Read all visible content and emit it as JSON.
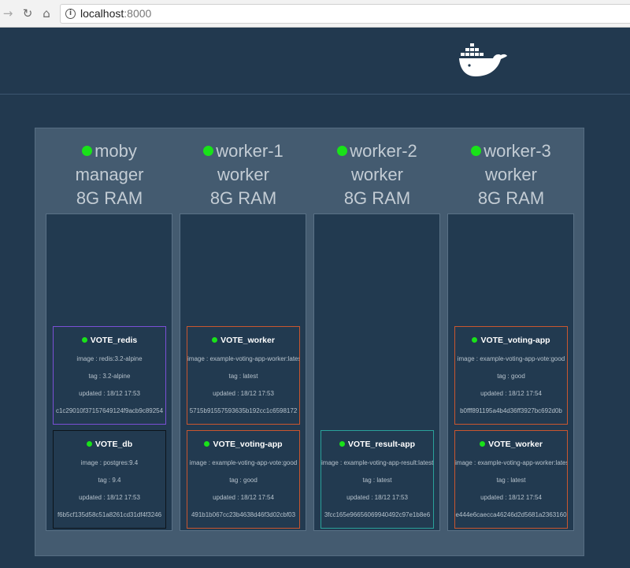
{
  "browser": {
    "back_icon": "arrow-left-icon",
    "reload_icon": "reload-icon",
    "home_icon": "home-icon",
    "url_host": "localhost",
    "url_port": ":8000"
  },
  "colors": {
    "background": "#22394f",
    "panel": "#445b70",
    "running_dot": "#19e219",
    "redis_border": "#7b4fd6",
    "db_border": "#0d141b",
    "app_border": "#c9562f",
    "result_border": "#2aa19a"
  },
  "nodes": [
    {
      "name": "moby",
      "role": "manager",
      "ram": "8G RAM",
      "tasks": [
        {
          "name": "VOTE_redis",
          "image": "image : redis:3.2-alpine",
          "tag": "tag : 3.2-alpine",
          "updated": "updated : 18/12 17:53",
          "id": "c1c29010f37157649124f9acb9c89254",
          "state": "state : running"
        },
        {
          "name": "VOTE_db",
          "image": "image : postgres:9.4",
          "tag": "tag : 9.4",
          "updated": "updated : 18/12 17:53",
          "id": "f6b5cf135d58c51a8261cd31df4f3246",
          "state": "state : running"
        }
      ]
    },
    {
      "name": "worker-1",
      "role": "worker",
      "ram": "8G RAM",
      "tasks": [
        {
          "name": "VOTE_worker",
          "image": "image : example-voting-app-worker:latest",
          "tag": "tag : latest",
          "updated": "updated : 18/12 17:53",
          "id": "5715b91557593635b192cc1c6598172",
          "state": "state : running"
        },
        {
          "name": "VOTE_voting-app",
          "image": "image : example-voting-app-vote:good",
          "tag": "tag : good",
          "updated": "updated : 18/12 17:54",
          "id": "491b1b067cc23b4638d46f3d02cbf03",
          "state": "state : running"
        }
      ]
    },
    {
      "name": "worker-2",
      "role": "worker",
      "ram": "8G RAM",
      "tasks": [
        {
          "name": "VOTE_result-app",
          "image": "image : example-voting-app-result:latest",
          "tag": "tag : latest",
          "updated": "updated : 18/12 17:53",
          "id": "3fcc165e96656069940492c97e1b8e6",
          "state": "state : running"
        }
      ]
    },
    {
      "name": "worker-3",
      "role": "worker",
      "ram": "8G RAM",
      "tasks": [
        {
          "name": "VOTE_voting-app",
          "image": "image : example-voting-app-vote:good",
          "tag": "tag : good",
          "updated": "updated : 18/12 17:54",
          "id": "b0fff891195a4b4d36ff3927bc692d0b",
          "state": "state : running"
        },
        {
          "name": "VOTE_worker",
          "image": "image : example-voting-app-worker:latest",
          "tag": "tag : latest",
          "updated": "updated : 18/12 17:54",
          "id": "e444e6caecca46246d2d5681a2363160",
          "state": "state : running"
        }
      ]
    }
  ]
}
